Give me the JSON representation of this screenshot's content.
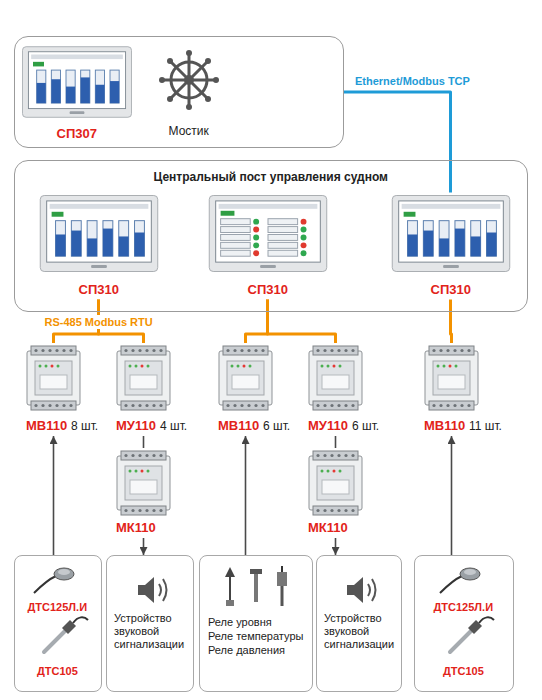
{
  "diagram": {
    "nodes": [
      {
        "text": [
          "Мостик"
        ]
      },
      {
        "text": [
          "СП307"
        ],
        "in": 0
      },
      {
        "text": [
          "Центральный пост управления судном"
        ]
      },
      {
        "text": [
          "СП310"
        ],
        "in": 2
      },
      {
        "text": [
          "СП310"
        ],
        "in": 2
      },
      {
        "text": [
          "СП310"
        ],
        "in": 2
      },
      {
        "text": [
          "МВ110",
          "8 шт."
        ]
      },
      {
        "text": [
          "МУ110",
          "4 шт."
        ]
      },
      {
        "text": [
          "МК110"
        ]
      },
      {
        "text": [
          "МВ110",
          "6 шт."
        ]
      },
      {
        "text": [
          "МУ110",
          "6 шт."
        ]
      },
      {
        "text": [
          "МК110"
        ]
      },
      {
        "text": [
          "МВ110",
          "11 шт."
        ]
      },
      {
        "text": [
          "ДТС125Л.И",
          "ДТС105"
        ]
      },
      {
        "text": [
          "Устройство звуковой сигнализации"
        ]
      },
      {
        "text": [
          "Реле уровня",
          "Реле температуры",
          "Реле давления"
        ]
      },
      {
        "text": [
          "Устройство звуковой сигнализации"
        ]
      },
      {
        "text": [
          "ДТС125Л.И",
          "ДТС105"
        ]
      }
    ],
    "edges": [
      {
        "from": 0,
        "to": 5,
        "arrow": "none",
        "label": "Ethernet/Modbus TCP"
      },
      {
        "from": 3,
        "to": 6,
        "arrow": "none",
        "label": "RS-485 Modbus RTU"
      },
      {
        "from": 3,
        "to": 7,
        "arrow": "none"
      },
      {
        "from": 7,
        "to": 8,
        "arrow": "none"
      },
      {
        "from": 4,
        "to": 9,
        "arrow": "none"
      },
      {
        "from": 4,
        "to": 10,
        "arrow": "none"
      },
      {
        "from": 10,
        "to": 11,
        "arrow": "none"
      },
      {
        "from": 5,
        "to": 12,
        "arrow": "none"
      },
      {
        "from": 13,
        "to": 6,
        "arrow": "to"
      },
      {
        "from": 8,
        "to": 14,
        "arrow": "to"
      },
      {
        "from": 15,
        "to": 9,
        "arrow": "to"
      },
      {
        "from": 11,
        "to": 16,
        "arrow": "to"
      },
      {
        "from": 17,
        "to": 12,
        "arrow": "to"
      }
    ]
  }
}
